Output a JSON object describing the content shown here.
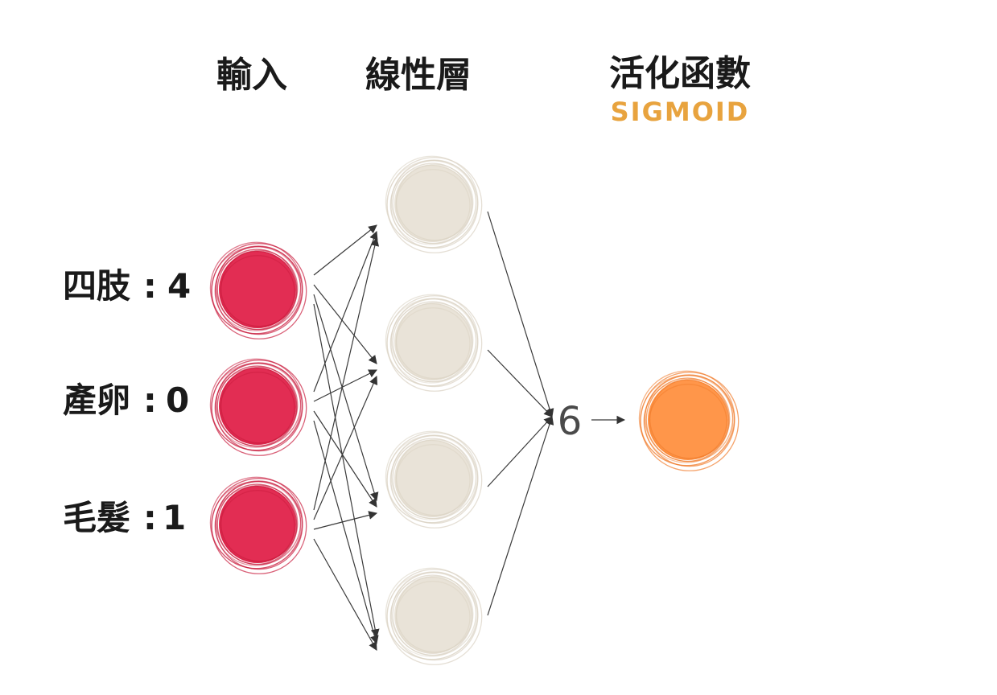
{
  "headers": {
    "input": "輸入",
    "linear": "線性層",
    "activation": "活化函數",
    "activation_sub": "SIGMOID"
  },
  "inputs": [
    {
      "name": "四肢",
      "value": "4"
    },
    {
      "name": "產卵",
      "value": "0"
    },
    {
      "name": "毛髮",
      "value": "1"
    }
  ],
  "hidden_count": 4,
  "aggregate_value": "6",
  "colors": {
    "input_node": "#e0224a",
    "hidden_node": "#e8e2d6",
    "output_node": "#ff9040",
    "accent": "#e8a33e",
    "arrow": "#3a3a3a"
  }
}
